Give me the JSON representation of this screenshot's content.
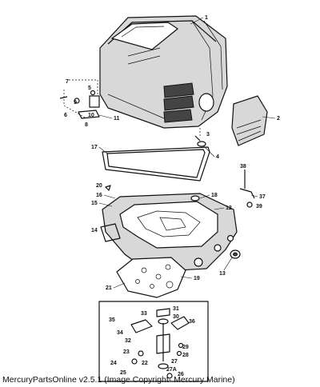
{
  "footer": "MercuryPartsOnline v2.5.1 (Image Copyright- Mercury Marine)",
  "callouts": [
    "1",
    "2",
    "3",
    "4",
    "5",
    "6",
    "7",
    "8",
    "9",
    "10",
    "11",
    "12",
    "13",
    "14",
    "15",
    "16",
    "17",
    "18",
    "19",
    "20",
    "21",
    "22",
    "23",
    "24",
    "25",
    "26",
    "27",
    "27A",
    "28",
    "29",
    "30",
    "31",
    "32",
    "33",
    "34",
    "35",
    "36",
    "37",
    "38",
    "39"
  ],
  "colors": {
    "line": "#111111",
    "background": "#ffffff",
    "shade": "#d8d8d8"
  }
}
